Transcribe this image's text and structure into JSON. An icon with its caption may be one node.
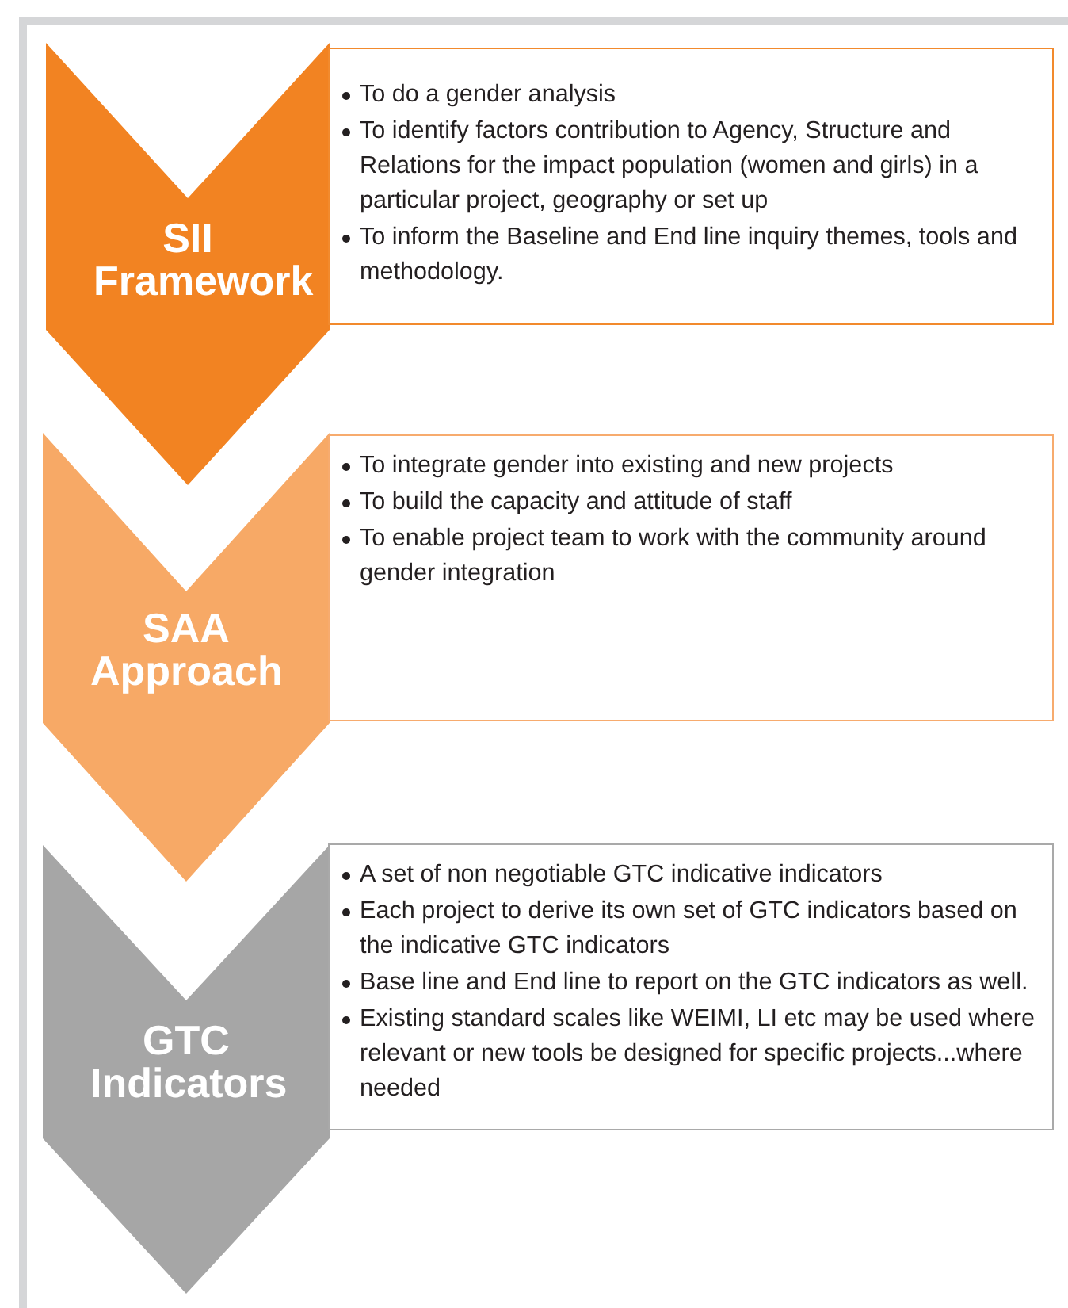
{
  "diagram": {
    "nodes": [
      {
        "text": [
          "SII Framework"
        ]
      },
      {
        "text": [
          "To do a gender analysis",
          "To identify factors contribution to Agency, Structure and Relations for the impact population (women and girls) in a particular project, geography or set up",
          "To inform the Baseline and End line inquiry themes, tools and methodology."
        ]
      },
      {
        "text": [
          "SAA Approach"
        ]
      },
      {
        "text": [
          "To integrate gender into existing and new projects",
          "To build the capacity and attitude of staff",
          "To enable project team to work with the community around gender integration"
        ]
      },
      {
        "text": [
          "GTC Indicators"
        ]
      },
      {
        "text": [
          "A set of non negotiable GTC indicative indicators",
          "Each project to derive its own set of GTC indicators based on the indicative GTC indicators",
          "Base line and End line to report on the GTC indicators as well.",
          "Existing standard scales like WEIMI, LI etc may be used where relevant or new tools be designed for specific projects...where needed"
        ]
      }
    ]
  }
}
